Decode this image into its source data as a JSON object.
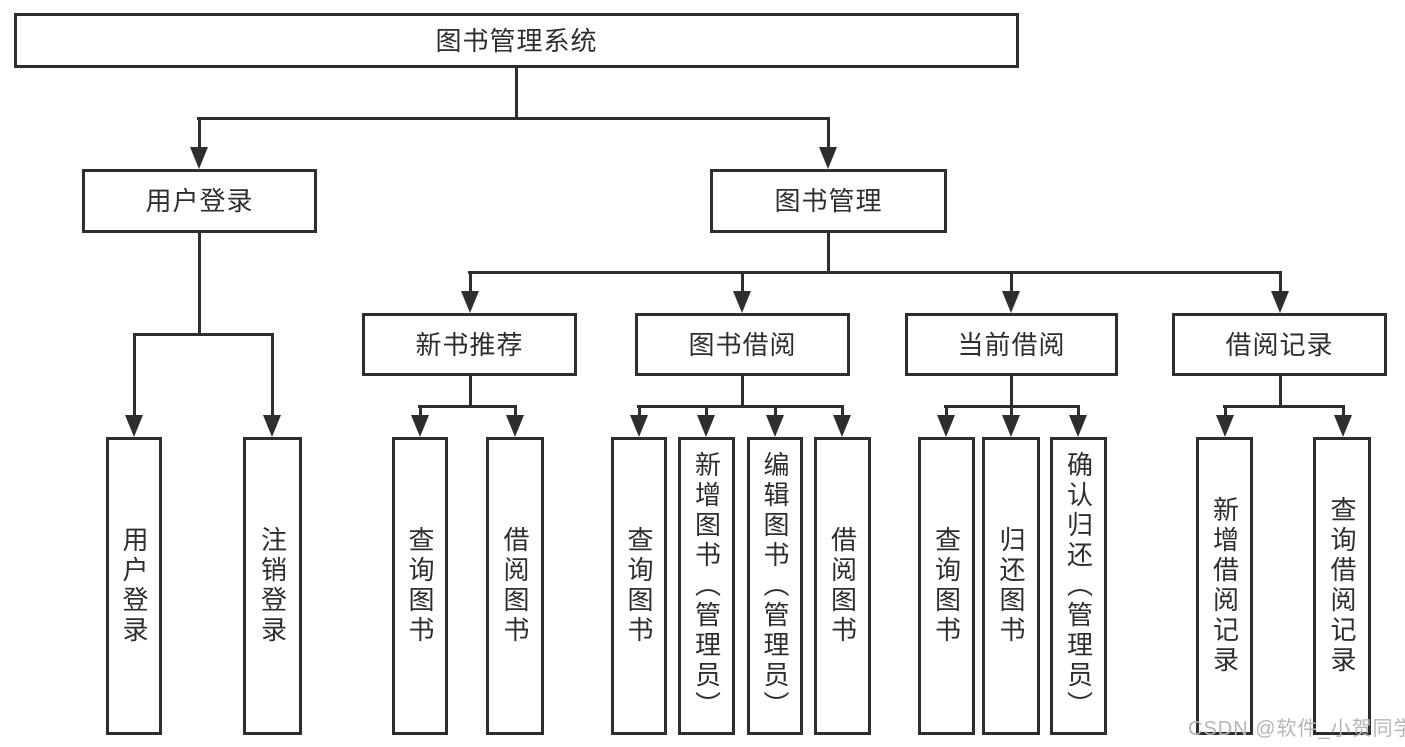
{
  "tree": {
    "label": "图书管理系统",
    "children": [
      {
        "label": "用户登录",
        "children": [
          {
            "label": "用户登录"
          },
          {
            "label": "注销登录"
          }
        ]
      },
      {
        "label": "图书管理",
        "children": [
          {
            "label": "新书推荐",
            "children": [
              {
                "label": "查询图书"
              },
              {
                "label": "借阅图书"
              }
            ]
          },
          {
            "label": "图书借阅",
            "children": [
              {
                "label": "查询图书"
              },
              {
                "label": "新增图书（管理员）"
              },
              {
                "label": "编辑图书（管理员）"
              },
              {
                "label": "借阅图书"
              }
            ]
          },
          {
            "label": "当前借阅",
            "children": [
              {
                "label": "查询图书"
              },
              {
                "label": "归还图书"
              },
              {
                "label": "确认归还（管理员）"
              }
            ]
          },
          {
            "label": "借阅记录",
            "children": [
              {
                "label": "新增借阅记录"
              },
              {
                "label": "查询借阅记录"
              }
            ]
          }
        ]
      }
    ]
  },
  "watermark": "CSDN @软件_小贺同学",
  "colors": {
    "line": "#2e2e2e",
    "text": "#2e2e2e",
    "background": "#ffffff",
    "watermark": "#b5b5b5"
  }
}
